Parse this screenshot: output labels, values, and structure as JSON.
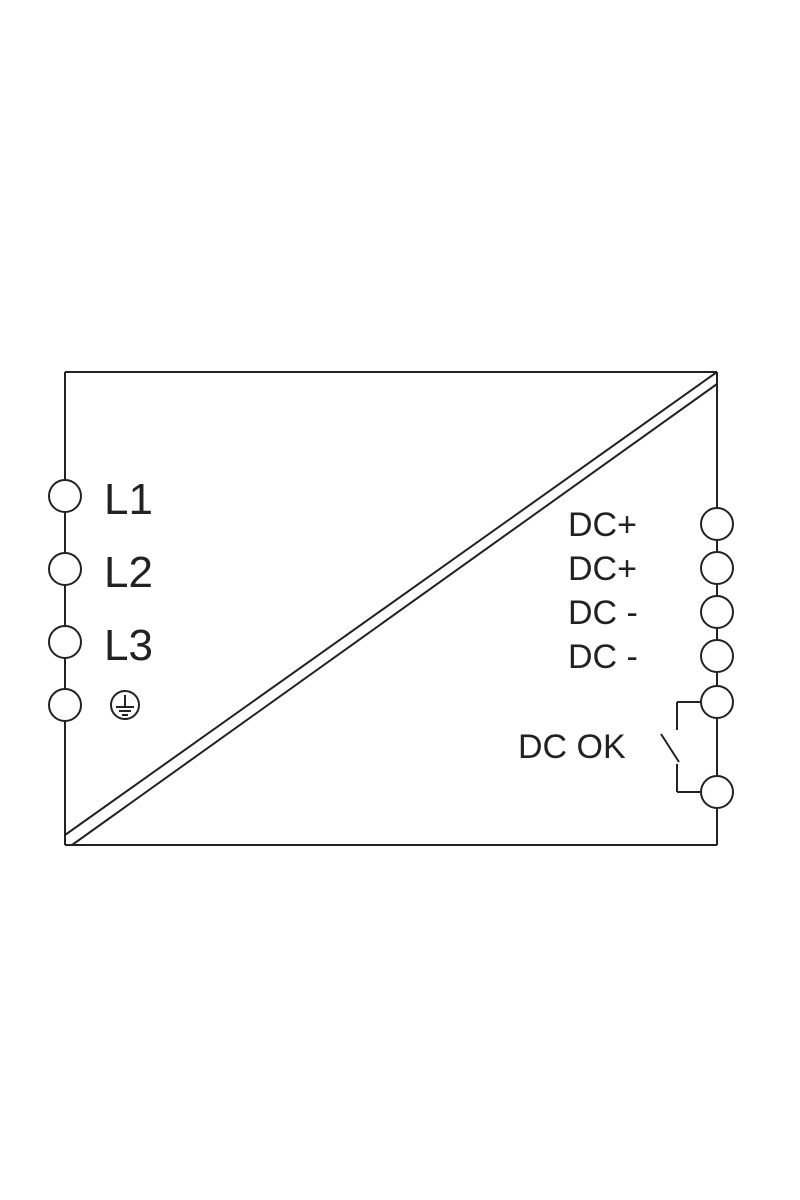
{
  "diagram": {
    "inputs": [
      {
        "label": "L1"
      },
      {
        "label": "L2"
      },
      {
        "label": "L3"
      },
      {
        "label": "",
        "symbol": "ground-icon"
      }
    ],
    "outputs": [
      {
        "label": "DC+"
      },
      {
        "label": "DC+"
      },
      {
        "label": "DC -"
      },
      {
        "label": "DC -"
      }
    ],
    "relay": {
      "label": "DC OK"
    },
    "colors": {
      "line": "#222222",
      "background": "#ffffff"
    }
  }
}
